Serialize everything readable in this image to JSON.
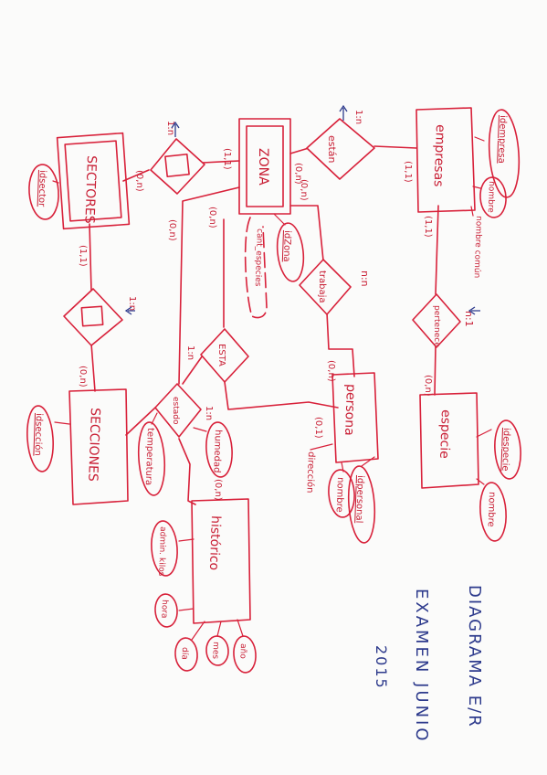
{
  "title": {
    "line1": "DIAGRAMA E/R",
    "line2": "EXAMEN JUNIO",
    "line3": "2015"
  },
  "entities": {
    "sectores": "SECTORES",
    "zona": "ZONA",
    "empresas": "empresas",
    "secciones": "SECCIONES",
    "persona": "persona",
    "especie": "especie",
    "historico": "histórico"
  },
  "relationships": {
    "estan": "están",
    "trabaja": "trabaja",
    "pertenece": "pertenece",
    "esta": "ESTA",
    "estado": "estado"
  },
  "attributes": {
    "idsector": "idsector",
    "idzona": "idZona",
    "cant_especies": "cant_especies",
    "idempresa": "idempresa",
    "nombre_empresa": "nombre",
    "nombre_comun": "nombre común",
    "idespecie": "idespecie",
    "nombre_especie": "nombre",
    "idpersonal": "idpersonal",
    "nombre_persona": "nombre",
    "direccion": "dirección",
    "idseccion": "idsección",
    "temperatura": "temperatura",
    "humedad": "humedad",
    "admin_kilos": "admin. kilos",
    "hora": "hora",
    "dia": "día",
    "mes": "mes",
    "anio": "año"
  },
  "cardinalities": {
    "sect_zona": "(0,n)",
    "zona_rel1": "(1,1)",
    "sect_sec": "(1,1)",
    "sec_side": "(0,n)",
    "zona_estan": "(0,n)",
    "emp_estan": "(1,1)",
    "zona_trab": "(0,n)",
    "zona_esta": "(0,n)",
    "emp_pert": "(1,1)",
    "esp_pert": "(0,n)",
    "per_trab": "(0,n)",
    "per_dir": "(0,1)",
    "hist_estado": "(0,n)",
    "sec_estado": "(0,n)",
    "zona_left": "(0,n)"
  },
  "ratios": {
    "r1": "1:n",
    "estan": "1:n",
    "trabaja": "n:n",
    "pertenece": "n:1",
    "sec": "1:n",
    "esta": "1:n",
    "estado": "1:n"
  }
}
